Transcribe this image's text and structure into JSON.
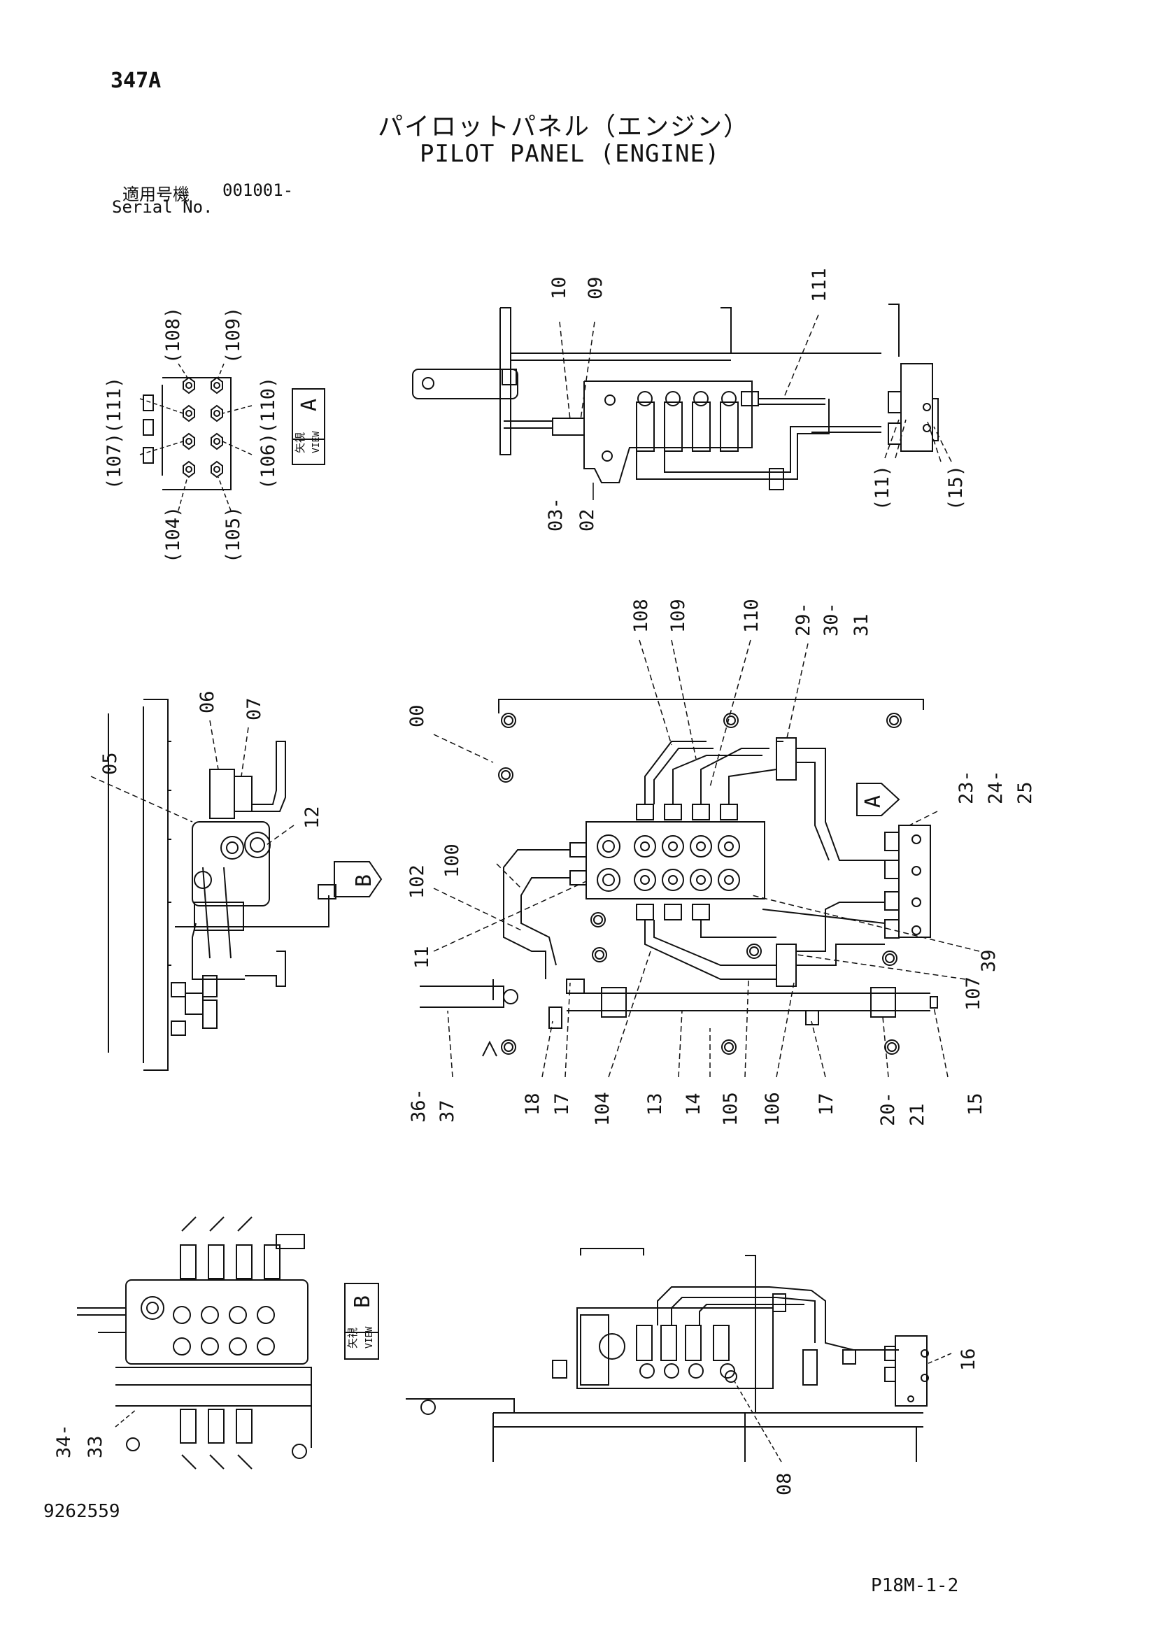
{
  "header": {
    "page_id": "347A",
    "title_jp": "パイロットパネル（エンジン）",
    "title_en": "PILOT PANEL (ENGINE)",
    "serial_label_jp": "適用号機",
    "serial_label_en": "Serial No.",
    "serial_value": "001001-"
  },
  "footer": {
    "drawing_number": "9262559",
    "page_code": "P18M-1-2"
  },
  "views": {
    "view_a": {
      "jp": "矢視",
      "en": "VIEW",
      "letter": "A"
    },
    "view_b": {
      "jp": "矢視",
      "en": "VIEW",
      "letter": "B"
    }
  },
  "callouts": {
    "view_a_detail": [
      "(108)",
      "(109)",
      "(111)",
      "(110)",
      "(107)",
      "(106)",
      "(104)",
      "(105)"
    ],
    "top_view": [
      "10",
      "09",
      "111",
      "(11)",
      "(15)",
      "03-",
      "02"
    ],
    "side_view": [
      "06",
      "07",
      "05",
      "12"
    ],
    "main_view": [
      "108",
      "109",
      "110",
      "29-",
      "30-",
      "31",
      "00",
      "23-",
      "24-",
      "25",
      "100",
      "102",
      "11",
      "39",
      "107",
      "36-",
      "37",
      "18",
      "17",
      "104",
      "13",
      "14",
      "105",
      "106",
      "17",
      "20-",
      "21",
      "15"
    ],
    "bottom_left": [
      "34-",
      "33"
    ],
    "bottom_right": [
      "16",
      "08"
    ]
  }
}
